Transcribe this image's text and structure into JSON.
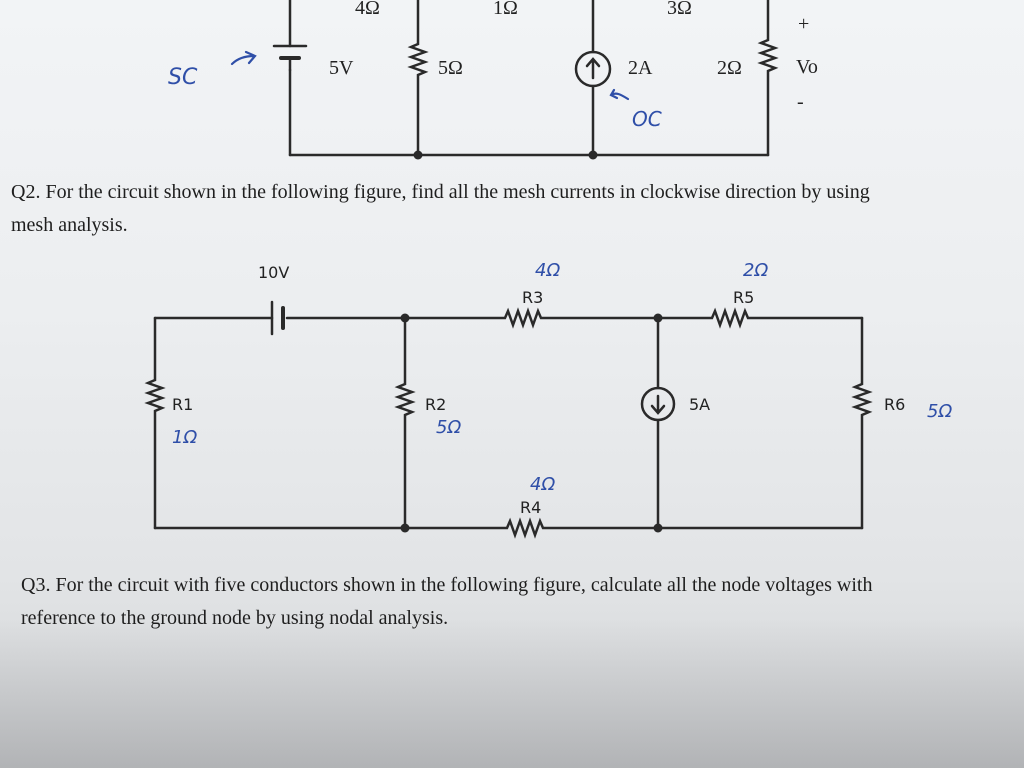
{
  "top_circuit": {
    "labels": {
      "r_top_left": "4Ω",
      "r_top_mid": "1Ω",
      "r_top_right": "3Ω",
      "battery": "5V",
      "r_mid": "5Ω",
      "source": "2A",
      "r_right": "2Ω",
      "vo": "Vo",
      "plus": "+",
      "minus": "-"
    },
    "handwriting": {
      "left": "SC",
      "under_source": "OC"
    }
  },
  "q2": {
    "line1": "Q2. For the circuit shown in the following figure, find all the mesh currents in clockwise direction by using",
    "line2": "mesh analysis."
  },
  "mesh_circuit": {
    "battery": "10V",
    "r1": "R1",
    "r2": "R2",
    "r3": "R3",
    "r4": "R4",
    "r5": "R5",
    "r6": "R6",
    "source": "5A",
    "notes": {
      "r1": "1Ω",
      "r2": "5Ω",
      "r3": "4Ω",
      "r4": "4Ω",
      "r5": "2Ω",
      "r6": "5Ω"
    }
  },
  "q3": {
    "line1": "Q3. For the circuit with five conductors shown in the following figure, calculate all the node voltages with",
    "line2": "reference to the ground node by using nodal analysis."
  }
}
